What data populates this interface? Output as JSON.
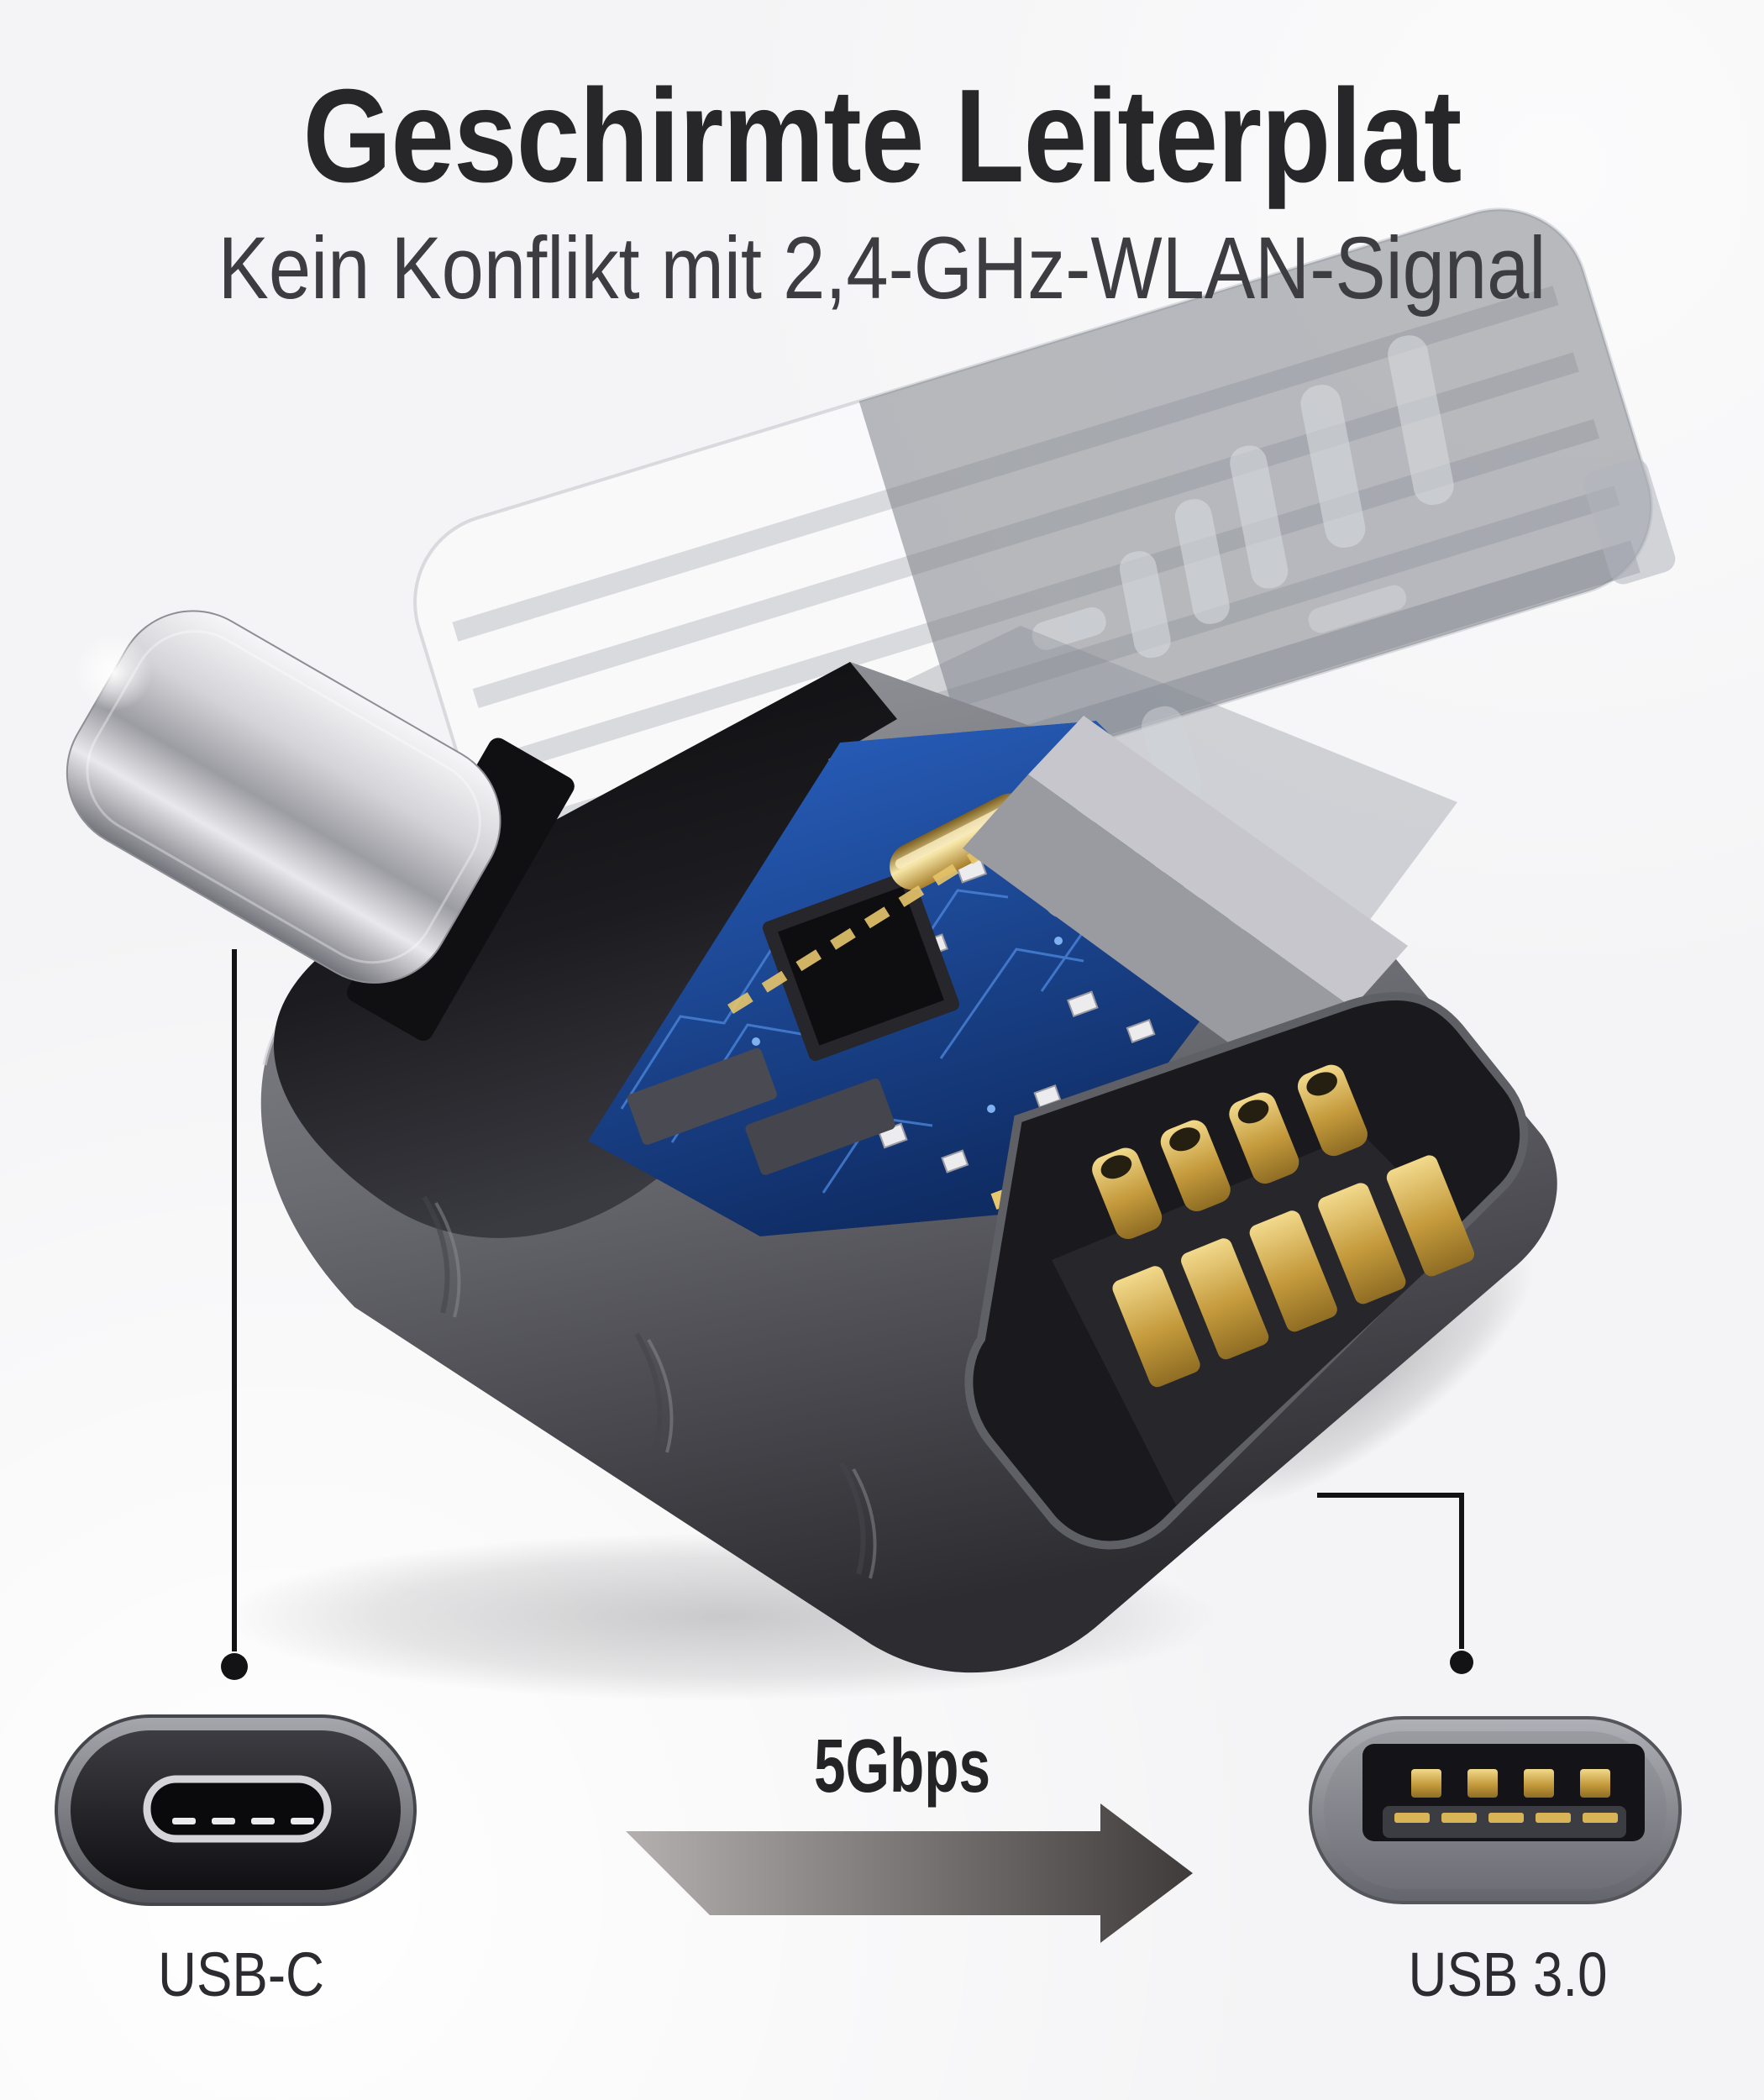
{
  "page": {
    "background_color": "#f4f4f6"
  },
  "header": {
    "title": "Geschirmte Leiterplat",
    "subtitle": "Kein Konflikt mit 2,4-GHz-WLAN-Signal",
    "title_color": "#27272a",
    "subtitle_color": "#3c3c41"
  },
  "diagram": {
    "adapter": {
      "description": "exploded-view-usb-c-to-usb-a-adapter",
      "parts": [
        "translucent-cover",
        "usb-c-plug",
        "shielded-circuit-board",
        "usb-a-gold-contacts"
      ],
      "pcb_color": "#1d4e9e",
      "gold_color": "#d9b457",
      "shell_color": "#6d6d74",
      "callout_color": "#131316"
    },
    "speed": {
      "label": "5Gbps",
      "arrow_direction": "right",
      "arrow_gradient_start": "#b4b0af",
      "arrow_gradient_end": "#3f3b3b"
    },
    "connectors": {
      "left": {
        "label": "USB-C",
        "icon": "usb-c-port-icon"
      },
      "right": {
        "label": "USB 3.0",
        "icon": "usb-a-port-icon"
      }
    }
  }
}
